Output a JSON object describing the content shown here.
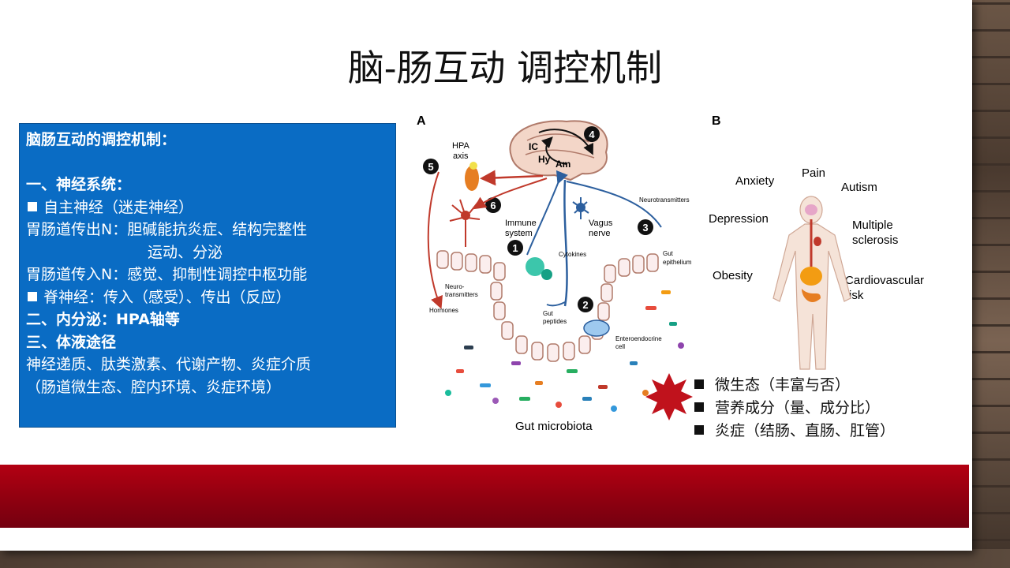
{
  "slide": {
    "title": "脑-肠互动 调控机制"
  },
  "panel": {
    "heading": "脑肠互动的调控机制：",
    "lines": [
      "一、神经系统：",
      "自主神经（迷走神经）",
      "胃肠道传出N：胆碱能抗炎症、结构完整性",
      "运动、分泌",
      "胃肠道传入N：感觉、抑制性调控中枢功能",
      "脊神经：传入（感受）、传出（反应）",
      "二、内分泌：HPA轴等",
      "三、体液途径",
      "神经递质、肽类激素、代谢产物、炎症介质",
      "（肠道微生态、腔内环境、炎症环境）"
    ]
  },
  "figure": {
    "panel_a": "A",
    "panel_b": "B",
    "labels_a": {
      "hpa": "HPA",
      "axis": "axis",
      "ic": "IC",
      "hy": "Hy",
      "am": "Am",
      "immune1": "Immune",
      "immune2": "system",
      "vagus1": "Vagus",
      "vagus2": "nerve",
      "neurotransmitters": "Neurotransmitters",
      "cytokines": "Cytokines",
      "gut_epi1": "Gut",
      "gut_epi2": "epithelium",
      "neuro1": "Neuro-",
      "neuro2": "transmitters",
      "hormones": "Hormones",
      "gut_pep1": "Gut",
      "gut_pep2": "peptides",
      "entero1": "Enteroendocrine",
      "entero2": "cell",
      "microbiota": "Gut microbiota",
      "n1": "1",
      "n2": "2",
      "n3": "3",
      "n4": "4",
      "n5": "5",
      "n6": "6"
    },
    "labels_b": {
      "anxiety": "Anxiety",
      "pain": "Pain",
      "autism": "Autism",
      "depression": "Depression",
      "ms1": "Multiple",
      "ms2": "sclerosis",
      "obesity": "Obesity",
      "cv1": "Cardiovascular",
      "cv2": "risk"
    }
  },
  "bullets": [
    "微生态（丰富与否）",
    "营养成分（量、成分比）",
    "炎症（结肠、直肠、肛管）"
  ],
  "colors": {
    "panel_bg": "#0a6cc4",
    "band": "#9e0012",
    "arrow_red": "#c0392b",
    "nerve_blue": "#2c5f9e"
  }
}
